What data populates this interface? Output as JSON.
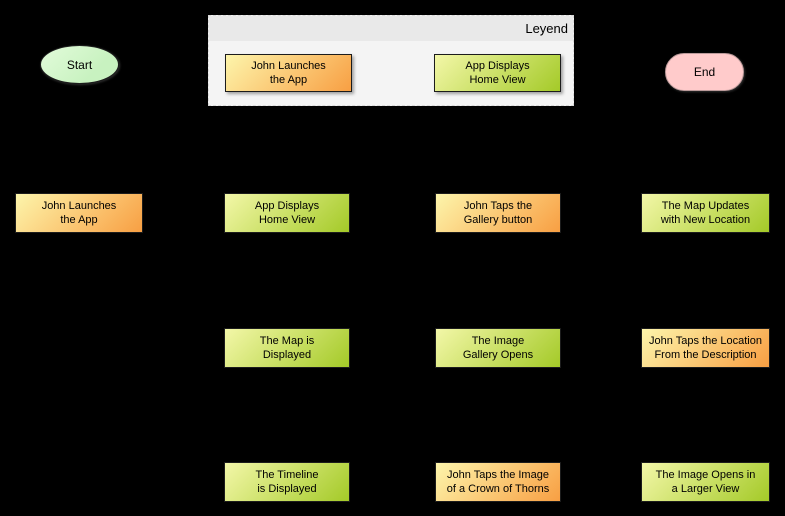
{
  "diagram": {
    "background": "#000000",
    "type": "flowchart"
  },
  "colors": {
    "actor_action_start": "#fdf5ab",
    "actor_action_end": "#f89f43",
    "system_response_start": "#f3f7a8",
    "system_response_end": "#a4ca28",
    "start_fill": "#c8f2c0",
    "end_fill": "#ffcbcb"
  },
  "terminators": {
    "start_label": "Start",
    "end_label": "End"
  },
  "legend": {
    "title": "Leyend",
    "items": [
      {
        "label": "John Launches\nthe App",
        "type": "actor-action"
      },
      {
        "label": "App Displays\nHome View",
        "type": "system-response"
      }
    ]
  },
  "nodes": [
    {
      "label": "John Launches\nthe App",
      "type": "actor-action",
      "col": 1,
      "row": 1
    },
    {
      "label": "App Displays\nHome View",
      "type": "system-response",
      "col": 2,
      "row": 1
    },
    {
      "label": "John Taps the\nGallery button",
      "type": "actor-action",
      "col": 3,
      "row": 1
    },
    {
      "label": "The Map Updates\nwith New Location",
      "type": "system-response",
      "col": 4,
      "row": 1
    },
    {
      "label": "The Map is\nDisplayed",
      "type": "system-response",
      "col": 2,
      "row": 2
    },
    {
      "label": "The Image\nGallery Opens",
      "type": "system-response",
      "col": 3,
      "row": 2
    },
    {
      "label": "John Taps the Location\nFrom the Description",
      "type": "actor-action",
      "col": 4,
      "row": 2
    },
    {
      "label": "The Timeline\nis Displayed",
      "type": "system-response",
      "col": 2,
      "row": 3
    },
    {
      "label": "John Taps the Image\nof a Crown of Thorns",
      "type": "actor-action",
      "col": 3,
      "row": 3
    },
    {
      "label": "The Image Opens in\na Larger View",
      "type": "system-response",
      "col": 4,
      "row": 3
    }
  ]
}
